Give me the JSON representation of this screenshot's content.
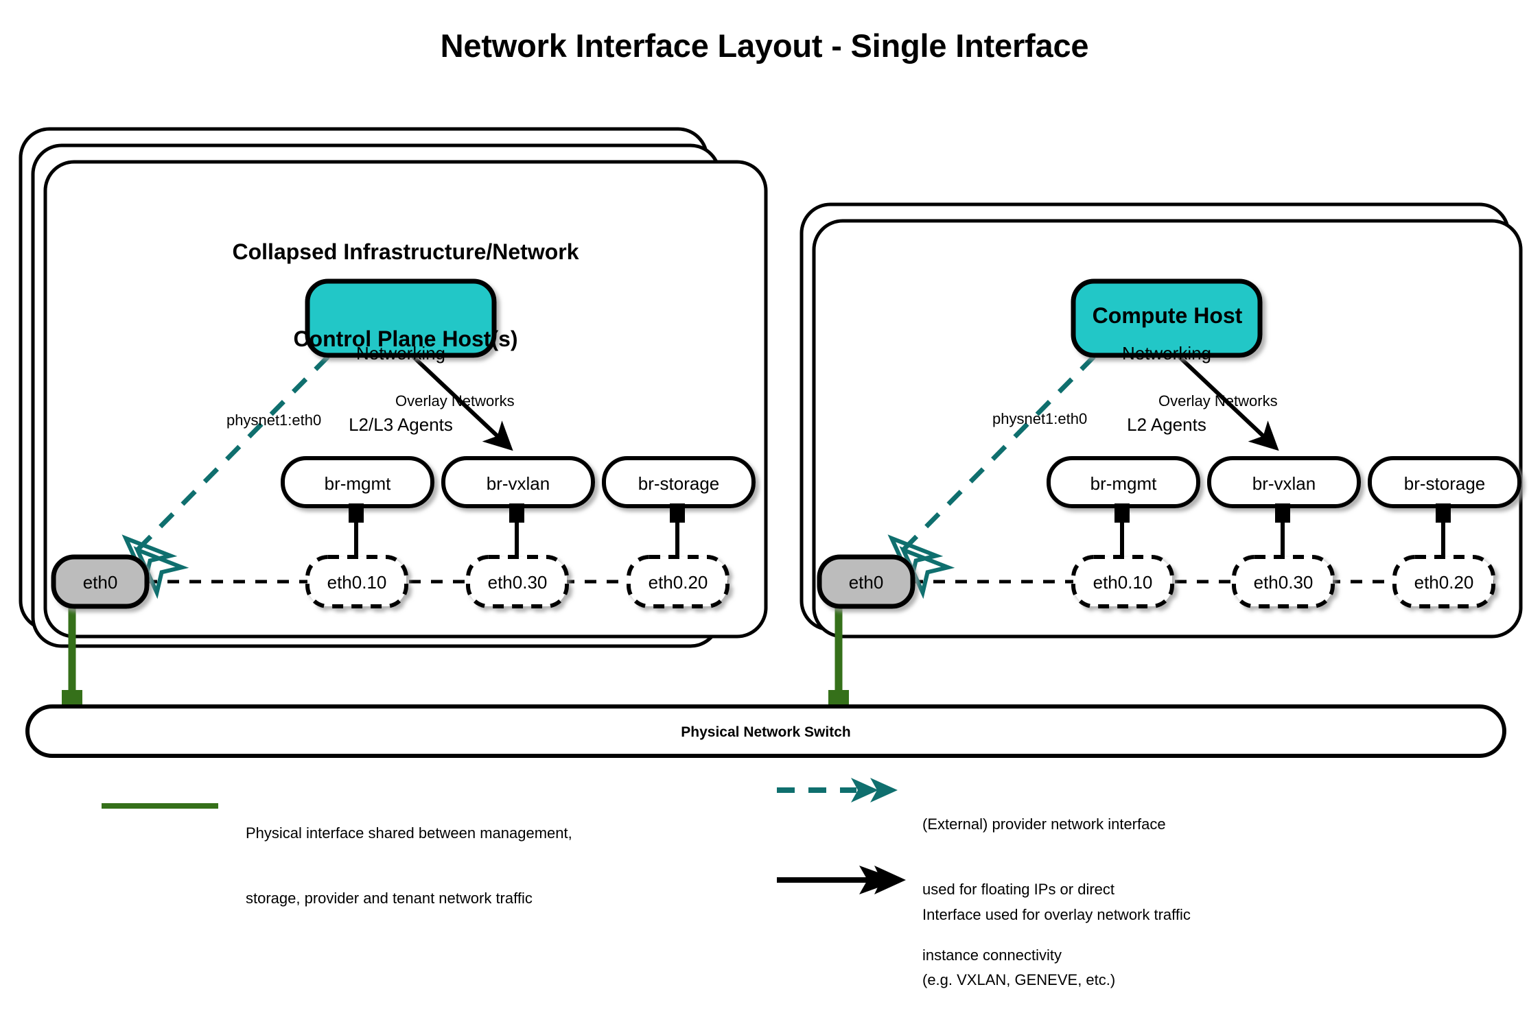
{
  "title": "Network Interface Layout - Single Interface",
  "colors": {
    "teal_fill": "#22c7c7",
    "teal_line": "#0f6f6e",
    "green": "#35701a",
    "gray_node": "#bcbcbc",
    "stroke": "#000000",
    "background": "#ffffff"
  },
  "hosts": [
    {
      "id": "control-plane-host",
      "title_line1": "Collapsed Infrastructure/Network",
      "title_line2": "Control Plane Host(s)",
      "stack_count": 3,
      "agent_box": {
        "line1": "Networking",
        "line2": "L2/L3 Agents"
      },
      "edge_labels": {
        "provider": "physnet1:eth0",
        "overlay": "Overlay Networks"
      },
      "physical_nic": "eth0",
      "bridges": [
        {
          "bridge": "br-mgmt",
          "vlan": "eth0.10"
        },
        {
          "bridge": "br-vxlan",
          "vlan": "eth0.30"
        },
        {
          "bridge": "br-storage",
          "vlan": "eth0.20"
        }
      ]
    },
    {
      "id": "compute-host",
      "title_line1": "Compute Host",
      "title_line2": "",
      "stack_count": 2,
      "agent_box": {
        "line1": "Networking",
        "line2": "L2 Agents"
      },
      "edge_labels": {
        "provider": "physnet1:eth0",
        "overlay": "Overlay Networks"
      },
      "physical_nic": "eth0",
      "bridges": [
        {
          "bridge": "br-mgmt",
          "vlan": "eth0.10"
        },
        {
          "bridge": "br-vxlan",
          "vlan": "eth0.30"
        },
        {
          "bridge": "br-storage",
          "vlan": "eth0.20"
        }
      ]
    }
  ],
  "switch": {
    "label": "Physical Network Switch"
  },
  "legend": [
    {
      "id": "physical-interface",
      "style": "solid-green-line",
      "line1": "Physical interface shared between management,",
      "line2": "storage, provider and tenant network traffic",
      "line3": ""
    },
    {
      "id": "provider-network-interface",
      "style": "dashed-teal-double-arrow",
      "line1": "(External) provider network interface",
      "line2": "used for floating IPs or direct",
      "line3": "instance connectivity"
    },
    {
      "id": "overlay-network-interface",
      "style": "solid-black-arrow",
      "line1": "Interface used for overlay network traffic",
      "line2": "(e.g. VXLAN, GENEVE, etc.)",
      "line3": ""
    }
  ]
}
